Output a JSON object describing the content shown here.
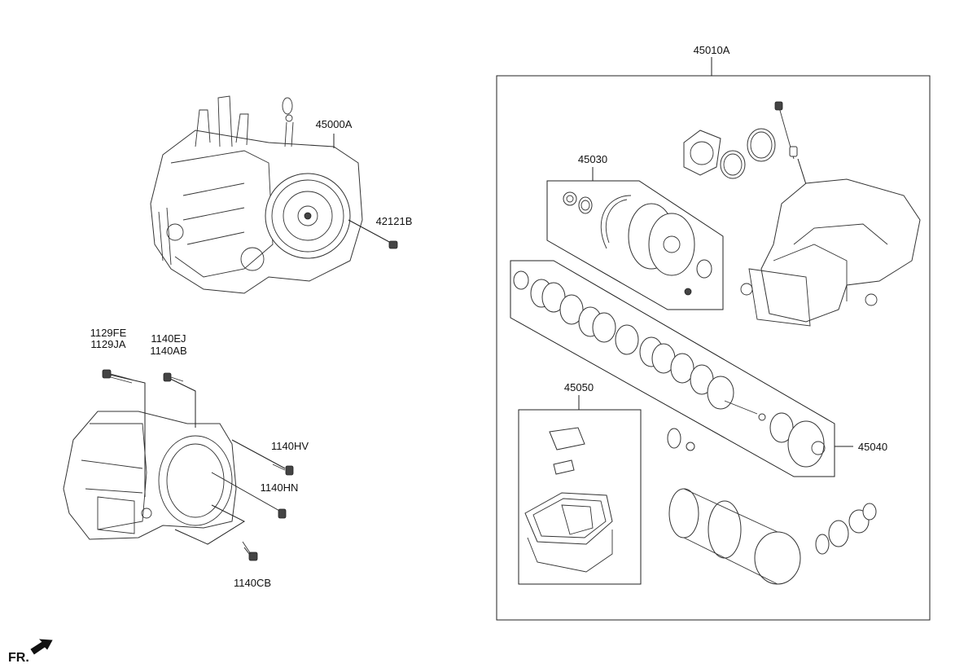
{
  "labels": {
    "p45010A": "45010A",
    "p45000A": "45000A",
    "p42121B": "42121B",
    "p45030": "45030",
    "p45040": "45040",
    "p45050": "45050",
    "p1129FE": "1129FE",
    "p1129JA": "1129JA",
    "p1140EJ": "1140EJ",
    "p1140AB": "1140AB",
    "p1140HV": "1140HV",
    "p1140HN": "1140HN",
    "p1140CB": "1140CB",
    "fr": "FR."
  }
}
